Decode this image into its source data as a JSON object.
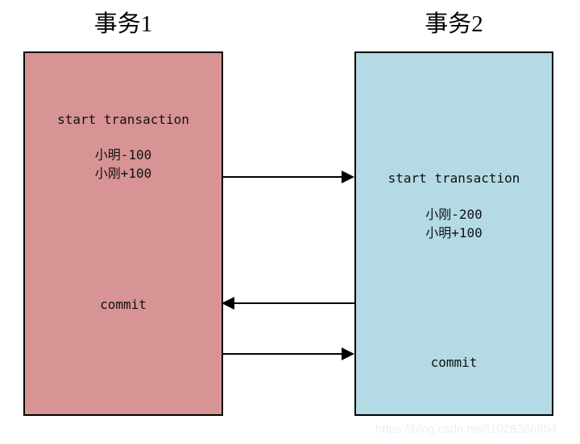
{
  "diagram": {
    "type": "transaction-concurrency-diagram",
    "background_color": "#ffffff",
    "transactions": [
      {
        "id": "tx1",
        "title": "事务1",
        "fill_color": "#d89494",
        "border_color": "#000000",
        "start_label": "start transaction",
        "operations": [
          "小明-100",
          "小刚+100"
        ],
        "commit_label": "commit"
      },
      {
        "id": "tx2",
        "title": "事务2",
        "fill_color": "#b3dae5",
        "border_color": "#000000",
        "start_label": "start transaction",
        "operations": [
          "小刚-200",
          "小明+100"
        ],
        "commit_label": "commit"
      }
    ],
    "arrows": [
      {
        "id": "arrow-1",
        "direction": "right",
        "from": "tx1",
        "to": "tx2"
      },
      {
        "id": "arrow-2",
        "direction": "left",
        "from": "tx2",
        "to": "tx1"
      },
      {
        "id": "arrow-3",
        "direction": "right",
        "from": "tx1",
        "to": "tx2"
      }
    ]
  },
  "watermark": {
    "text": "https://blog.csdn.net/l1028386804",
    "color": "#eceff0"
  }
}
